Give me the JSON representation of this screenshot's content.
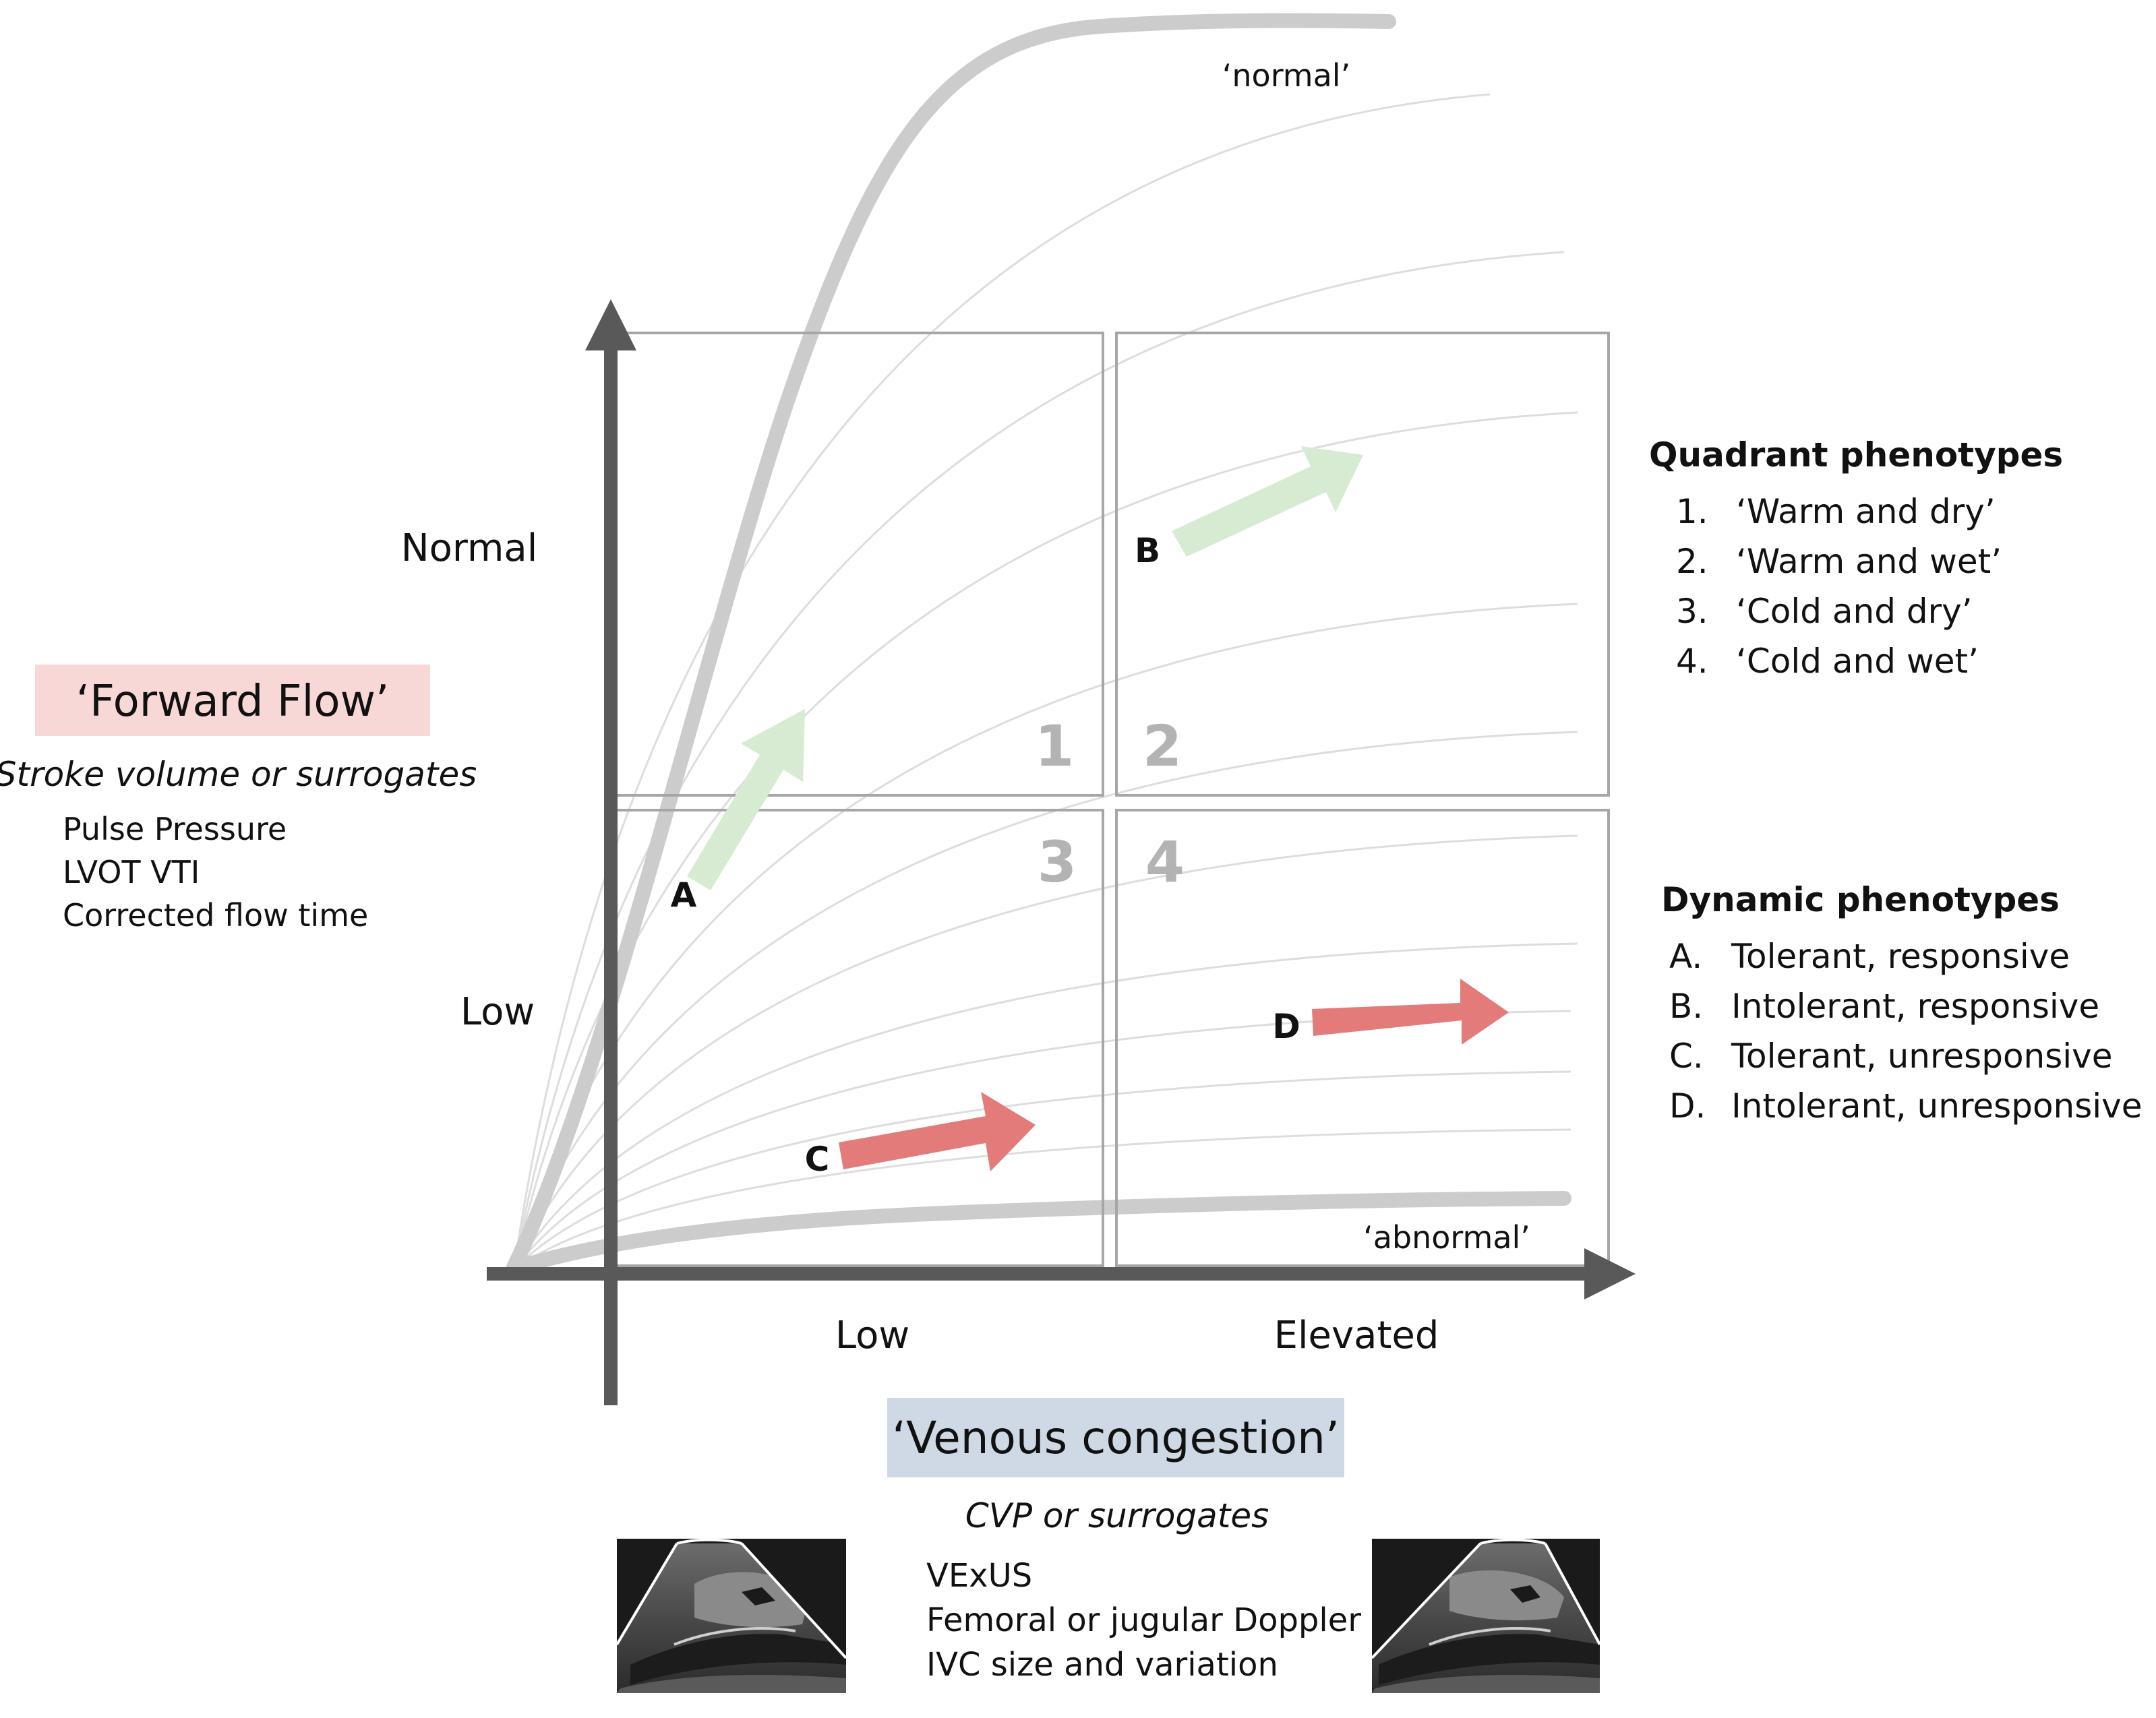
{
  "curves": {
    "normal_label": "‘normal’",
    "abnormal_label": "‘abnormal’"
  },
  "y_axis": {
    "title": "‘Forward Flow’",
    "title_bg": "#f8d7d7",
    "subtitle": "Stroke volume or surrogates",
    "measures": [
      "Pulse Pressure",
      "LVOT VTI",
      "Corrected flow time"
    ],
    "tick_normal": "Normal",
    "tick_low": "Low"
  },
  "x_axis": {
    "title": "‘Venous congestion’",
    "title_bg": "#cfd9e6",
    "subtitle": "CVP or surrogates",
    "measures": [
      "VExUS",
      "Femoral or jugular Doppler",
      "IVC size and variation"
    ],
    "tick_low": "Low",
    "tick_elevated": "Elevated"
  },
  "quadrants": [
    "1",
    "2",
    "3",
    "4"
  ],
  "arrows": [
    {
      "label": "A",
      "color": "#d6ebd2"
    },
    {
      "label": "B",
      "color": "#d6ebd2"
    },
    {
      "label": "C",
      "color": "#e37b7b"
    },
    {
      "label": "D",
      "color": "#e37b7b"
    }
  ],
  "legend_quadrant": {
    "title": "Quadrant phenotypes",
    "items": [
      {
        "marker": "1.",
        "text": "‘Warm and dry’"
      },
      {
        "marker": "2.",
        "text": "‘Warm and wet’"
      },
      {
        "marker": "3.",
        "text": "‘Cold and dry’"
      },
      {
        "marker": "4.",
        "text": "‘Cold and wet’"
      }
    ]
  },
  "legend_dynamic": {
    "title": "Dynamic phenotypes",
    "items": [
      {
        "marker": "A.",
        "text": "Tolerant, responsive"
      },
      {
        "marker": "B.",
        "text": "Intolerant, responsive"
      },
      {
        "marker": "C.",
        "text": "Tolerant, unresponsive"
      },
      {
        "marker": "D.",
        "text": "Intolerant, unresponsive"
      }
    ]
  },
  "colors": {
    "axis": "#595959",
    "grid_box": "#a6a6a6",
    "thick_curve": "#cccccc",
    "thin_curve": "#dddddd",
    "quadrant_number": "#b3b3b3",
    "text": "#111111"
  },
  "images": [
    {
      "name": "ultrasound-image-low"
    },
    {
      "name": "ultrasound-image-elevated"
    }
  ]
}
